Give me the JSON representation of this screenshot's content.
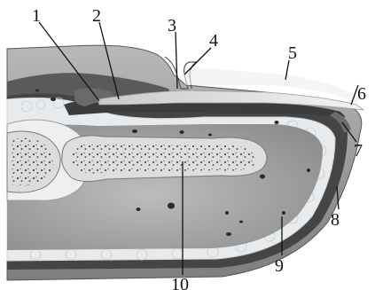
{
  "callouts": [
    {
      "id": "1",
      "text": "1"
    },
    {
      "id": "2",
      "text": "2"
    },
    {
      "id": "3",
      "text": "3"
    },
    {
      "id": "4",
      "text": "4"
    },
    {
      "id": "5",
      "text": "5"
    },
    {
      "id": "6",
      "text": "6"
    },
    {
      "id": "7",
      "text": "7"
    },
    {
      "id": "8",
      "text": "8"
    },
    {
      "id": "9",
      "text": "9"
    },
    {
      "id": "10",
      "text": "10"
    }
  ],
  "colors": {
    "skin_outer": "#8a8a8a",
    "dermis": "#4a4a4a",
    "fat": "#e9ecef",
    "soft_tissue": "#9a9a9a",
    "bone": "#dcdcdc",
    "bone_marrow_dots": "#3a3a3a",
    "nail_plate": "#e6e6e6"
  }
}
